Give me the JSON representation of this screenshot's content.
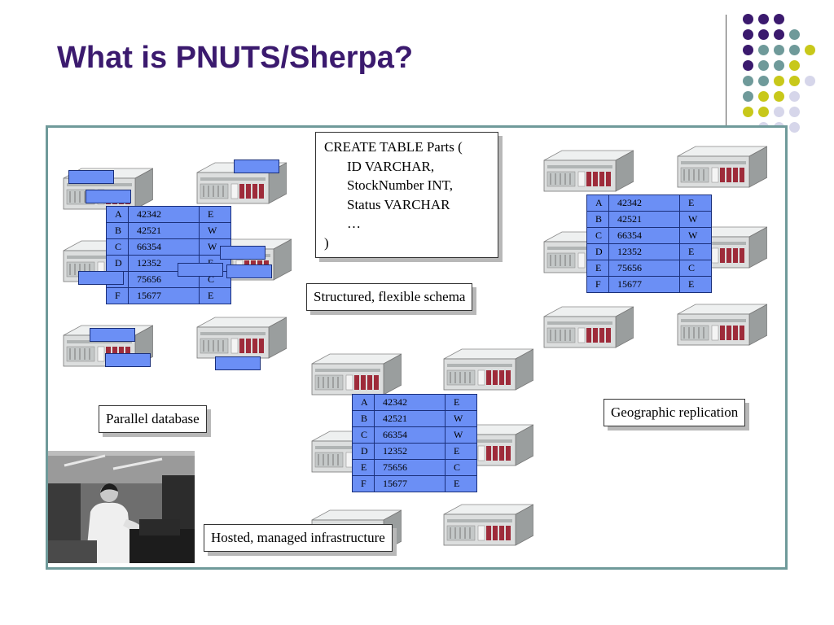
{
  "slide": {
    "title": "What is PNUTS/Sherpa?"
  },
  "colors": {
    "title": "#3b1a6e",
    "dot_purple": "#3b1a6e",
    "dot_teal": "#6f9a9a",
    "dot_olive": "#c8c81a",
    "dot_lavender": "#d6d6ea",
    "panel_border": "#6f9a9a",
    "table_fill": "#6b8ff5"
  },
  "sql": {
    "line1": "CREATE TABLE Parts (",
    "line2": "ID VARCHAR,",
    "line3": "StockNumber INT,",
    "line4": "Status VARCHAR",
    "line5": "…",
    "line6": ")"
  },
  "callouts": {
    "schema": "Structured, flexible schema",
    "parallel": "Parallel database",
    "geo": "Geographic replication",
    "hosted": "Hosted, managed infrastructure"
  },
  "table_rows": [
    [
      "A",
      "42342",
      "E"
    ],
    [
      "B",
      "42521",
      "W"
    ],
    [
      "C",
      "66354",
      "W"
    ],
    [
      "D",
      "12352",
      "E"
    ],
    [
      "E",
      "75656",
      "C"
    ],
    [
      "F",
      "15677",
      "E"
    ]
  ],
  "icons": {
    "server": "server-rack-icon",
    "photo": "person-at-computer-photo"
  }
}
